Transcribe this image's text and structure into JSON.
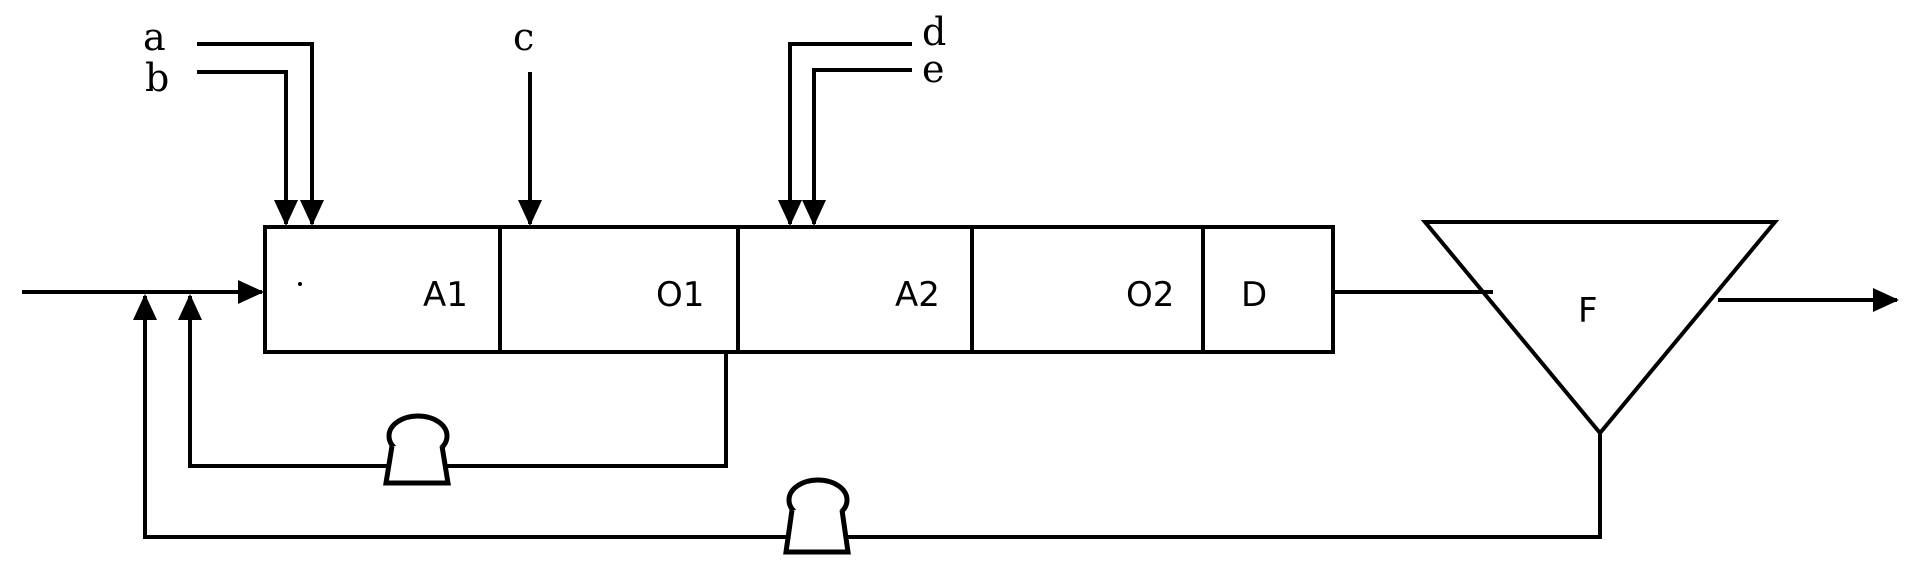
{
  "inputs": {
    "a": "a",
    "b": "b",
    "c": "c",
    "d": "d",
    "e": "e"
  },
  "zones": {
    "a1": "A1",
    "o1": "O1",
    "a2": "A2",
    "o2": "O2",
    "d": "D"
  },
  "clarifier": {
    "label": "F"
  },
  "icons": {
    "pump": "pump-icon",
    "arrow": "arrowhead-icon"
  }
}
